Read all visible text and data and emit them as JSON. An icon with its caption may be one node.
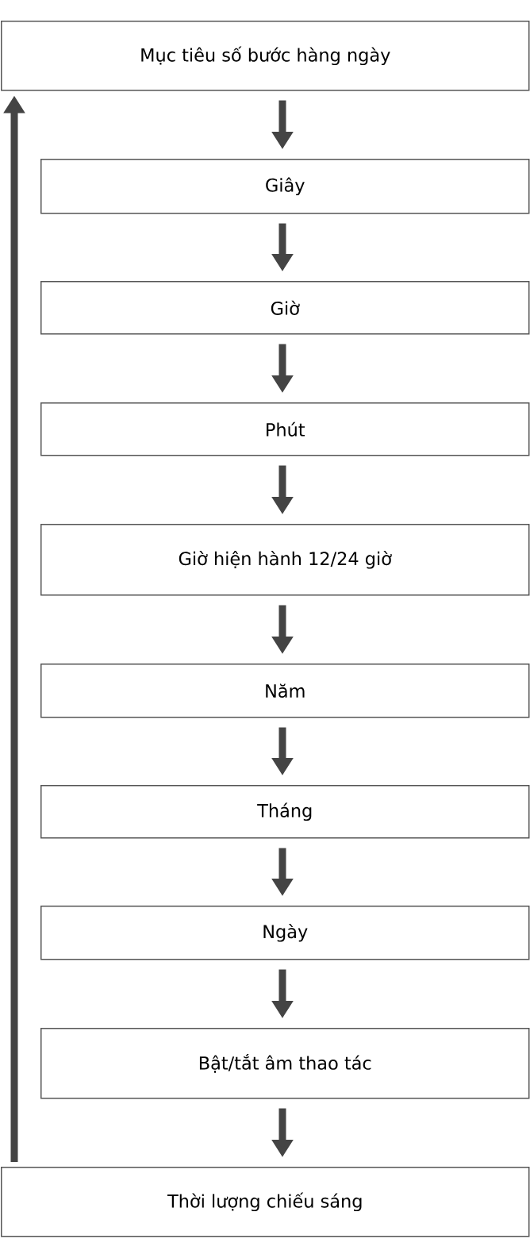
{
  "diagram": {
    "nodes": [
      {
        "text": [
          "Mục tiêu số bước hàng ngày"
        ]
      },
      {
        "text": [
          "Giây"
        ]
      },
      {
        "text": [
          "Giờ"
        ]
      },
      {
        "text": [
          "Phút"
        ]
      },
      {
        "text": [
          "Giờ hiện hành 12/24 giờ"
        ]
      },
      {
        "text": [
          "Năm"
        ]
      },
      {
        "text": [
          "Tháng"
        ]
      },
      {
        "text": [
          "Ngày"
        ]
      },
      {
        "text": [
          "Bật/tắt âm thao tác"
        ]
      },
      {
        "text": [
          "Thời lượng chiếu sáng"
        ]
      }
    ],
    "edges": [
      {
        "from": 0,
        "to": 1,
        "arrow": "to"
      },
      {
        "from": 1,
        "to": 2,
        "arrow": "to"
      },
      {
        "from": 2,
        "to": 3,
        "arrow": "to"
      },
      {
        "from": 3,
        "to": 4,
        "arrow": "to"
      },
      {
        "from": 4,
        "to": 5,
        "arrow": "to"
      },
      {
        "from": 5,
        "to": 6,
        "arrow": "to"
      },
      {
        "from": 6,
        "to": 7,
        "arrow": "to"
      },
      {
        "from": 7,
        "to": 8,
        "arrow": "to"
      },
      {
        "from": 8,
        "to": 9,
        "arrow": "to"
      },
      {
        "from": 9,
        "to": 0,
        "arrow": "to"
      }
    ]
  }
}
